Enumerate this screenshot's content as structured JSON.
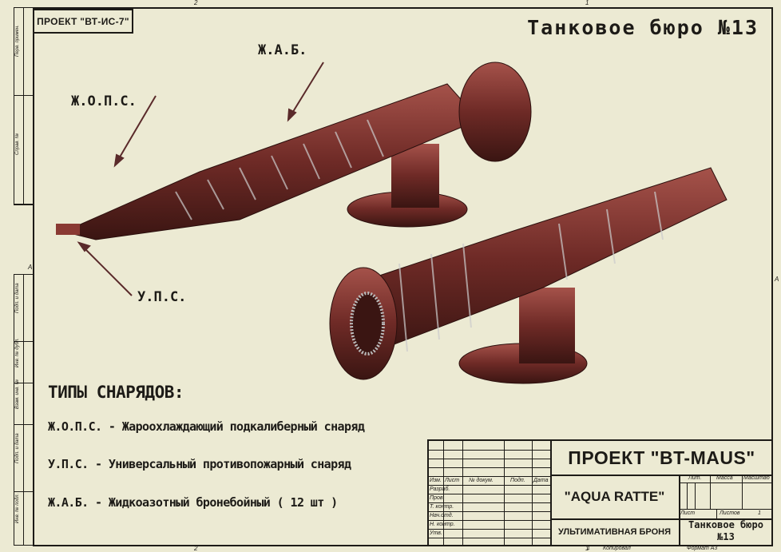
{
  "frame": {
    "zone_top": [
      "2",
      "1"
    ],
    "zone_bottom": [
      "2",
      "1"
    ],
    "zone_side": "A"
  },
  "side_stamp": [
    "Перв. примен.",
    "Справ. №",
    "Подп. и дата",
    "Инв. № дубл.",
    "Взам. инв. №",
    "Подп. и дата",
    "Инв. № подл."
  ],
  "header": {
    "project_tag": "ПРОЕКТ \"ВТ-ИС-7\"",
    "bureau": "Танковое бюро №13"
  },
  "callouts": {
    "jops": "Ж.О.П.С.",
    "jab": "Ж.А.Б.",
    "ups": "У.П.С."
  },
  "legend": {
    "title": "ТИПЫ СНАРЯДОВ:",
    "items": [
      "Ж.О.П.С. - Жароохлаждающий подкалиберный снаряд",
      "У.П.С. - Универсальный противопожарный снаряд",
      "Ж.А.Б. - Жидкоазотный бронебойный ( 12 шт )"
    ]
  },
  "title_block": {
    "project": "ПРОЕКТ \"BT-MAUS\"",
    "name": "\"AQUA RATTE\"",
    "subtitle": "УЛЬТИМАТИВНАЯ БРОНЯ",
    "org_line1": "Танковое бюро",
    "org_line2": "№13",
    "cols": [
      "Изм.",
      "Лист",
      "№ докум.",
      "Подп.",
      "Дата"
    ],
    "rows": [
      "Разраб.",
      "Пров.",
      "Т. контр.",
      "Нач.отд.",
      "Н. контр.",
      "Утв."
    ],
    "lit": "Лит.",
    "mass": "Масса",
    "scale": "Масштаб",
    "sheet": "Лист",
    "sheets": "Листов",
    "sheets_value": "1",
    "copied": "Копировал",
    "format": "Формат А3",
    "copied_num": "1"
  },
  "colors": {
    "paper": "#ecead3",
    "ink": "#1d1b17",
    "metal": "#6e2a26",
    "arrow": "#5a2a2a"
  }
}
